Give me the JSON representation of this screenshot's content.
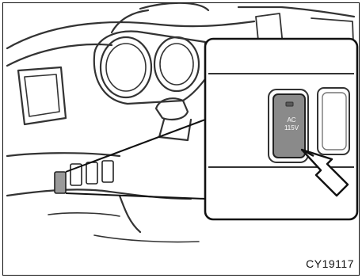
{
  "figure": {
    "caption": "CY19117",
    "switch": {
      "line1": "AC",
      "line2": "115V"
    }
  }
}
